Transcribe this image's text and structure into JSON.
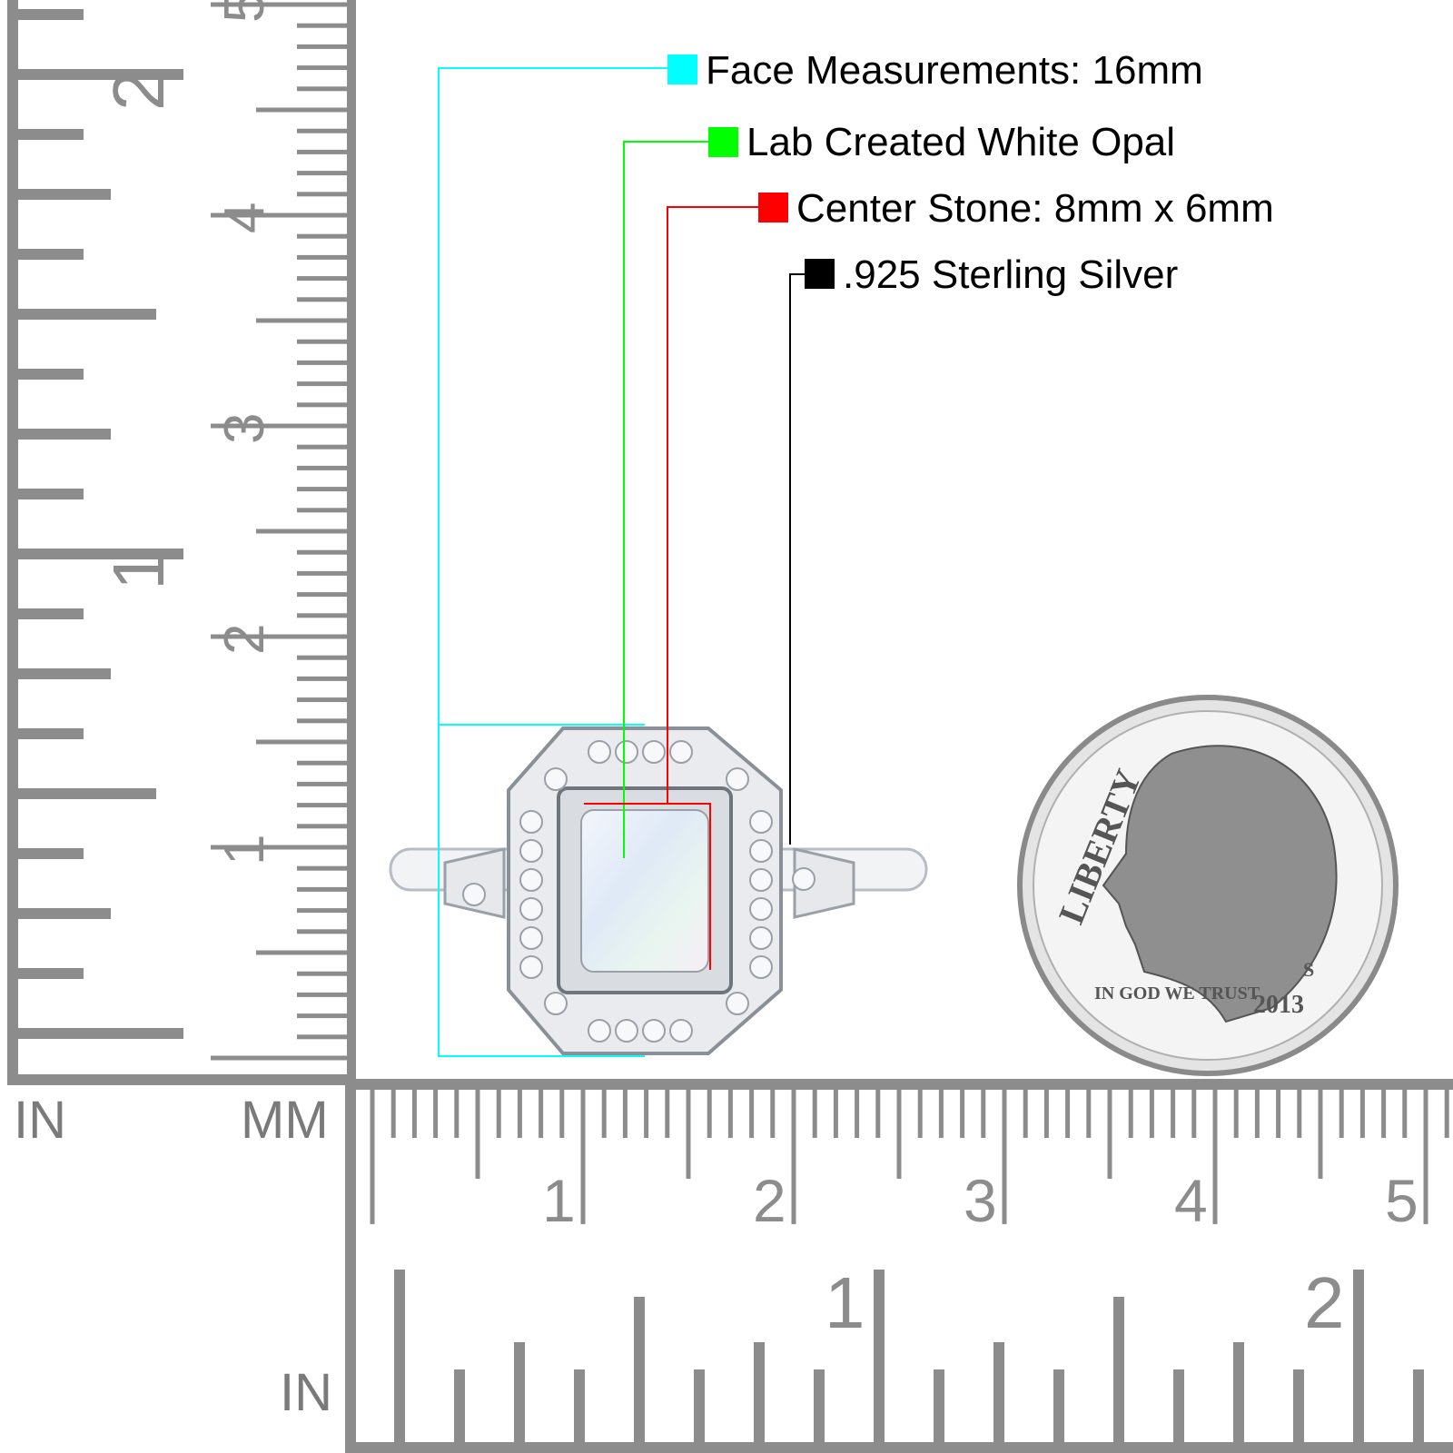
{
  "callouts": [
    {
      "text": "Face Measurements: 16mm",
      "color": "#00ffff"
    },
    {
      "text": "Lab Created White Opal",
      "color": "#00ff00"
    },
    {
      "text": "Center Stone: 8mm x 6mm",
      "color": "#ff0000"
    },
    {
      "text": ".925 Sterling Silver",
      "color": "#000000"
    }
  ],
  "ruler": {
    "color": "#8c8c8c",
    "unit_labels": {
      "left_in": "IN",
      "left_mm": "MM",
      "bottom_in": "IN"
    },
    "vertical_cm_labels": [
      "1",
      "2",
      "3",
      "4",
      "5"
    ],
    "vertical_in_labels": [
      "1",
      "2"
    ],
    "horizontal_cm_labels": [
      "1",
      "2",
      "3",
      "4",
      "5"
    ],
    "horizontal_in_labels": [
      "1",
      "2"
    ]
  },
  "coin": {
    "legend": "LIBERTY",
    "motto": "IN GOD WE TRUST",
    "year": "2013",
    "mint_mark": "S"
  }
}
